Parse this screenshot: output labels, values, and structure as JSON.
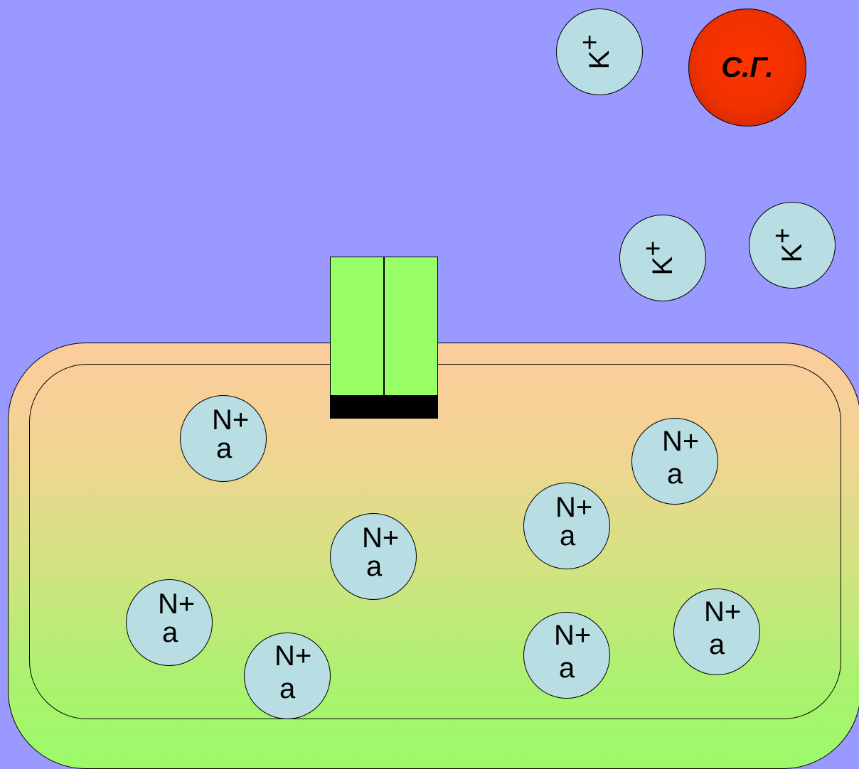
{
  "ions": {
    "na_line1_tight": "N+",
    "na_line1": "N+",
    "na_line2": "a",
    "k_letter": "K",
    "k_charge": "+"
  },
  "sg_label": "С.Г.",
  "colors": {
    "background": "#9999ff",
    "cell_top": "#fbcc9c",
    "cell_bottom": "#9cfa6a",
    "channel": "#99ff66",
    "gate": "#000000",
    "ion": "#b8dde3",
    "sg": "#f03200"
  }
}
